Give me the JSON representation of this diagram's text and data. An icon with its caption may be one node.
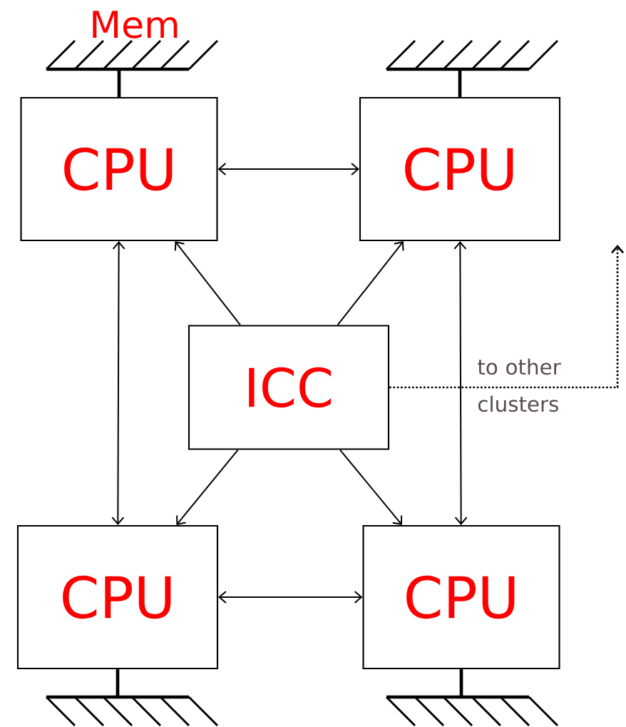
{
  "diagram": {
    "nodes": [
      {
        "text": [
          "Mem"
        ]
      },
      {
        "text": [],
        "shape": "bar"
      },
      {
        "text": [
          "CPU"
        ]
      },
      {
        "text": [
          "CPU"
        ]
      },
      {
        "text": [
          "ICC"
        ]
      },
      {
        "text": [
          "CPU"
        ]
      },
      {
        "text": [
          "CPU"
        ]
      },
      {
        "text": [],
        "shape": "bar"
      },
      {
        "text": [],
        "shape": "bar"
      }
    ],
    "edges": [
      {
        "from": 0,
        "to": 2,
        "arrow": "none",
        "style": "thick"
      },
      {
        "from": 1,
        "to": 3,
        "arrow": "none",
        "style": "thick"
      },
      {
        "from": 2,
        "to": 3,
        "arrow": "both"
      },
      {
        "from": 2,
        "to": 5,
        "arrow": "both"
      },
      {
        "from": 3,
        "to": 6,
        "arrow": "both"
      },
      {
        "from": 4,
        "to": 2,
        "arrow": "to"
      },
      {
        "from": 4,
        "to": 3,
        "arrow": "to"
      },
      {
        "from": 4,
        "to": 5,
        "arrow": "to"
      },
      {
        "from": 4,
        "to": 6,
        "arrow": "to"
      },
      {
        "from": 4,
        "to": null,
        "arrow": "to",
        "style": "dashed",
        "label": "to other clusters"
      },
      {
        "from": 5,
        "to": 6,
        "arrow": "both"
      },
      {
        "from": 5,
        "to": 7,
        "arrow": "none",
        "style": "thick"
      },
      {
        "from": 6,
        "to": 8,
        "arrow": "none",
        "style": "thick"
      }
    ]
  }
}
